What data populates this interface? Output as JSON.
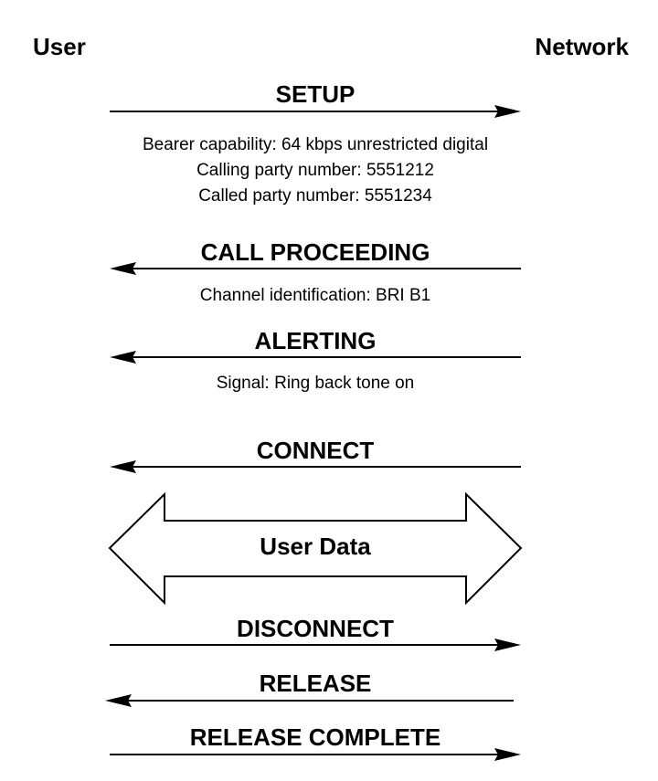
{
  "parties": {
    "left": "User",
    "right": "Network"
  },
  "messages": [
    {
      "name": "SETUP",
      "direction": "user-to-network",
      "details": [
        "Bearer capability: 64 kbps unrestricted digital",
        "Calling party number: 5551212",
        "Called party number: 5551234"
      ]
    },
    {
      "name": "CALL PROCEEDING",
      "direction": "network-to-user",
      "details": [
        "Channel identification: BRI B1"
      ]
    },
    {
      "name": "ALERTING",
      "direction": "network-to-user",
      "details": [
        "Signal: Ring back tone on"
      ]
    },
    {
      "name": "CONNECT",
      "direction": "network-to-user",
      "details": []
    },
    {
      "name": "DISCONNECT",
      "direction": "user-to-network",
      "details": []
    },
    {
      "name": "RELEASE",
      "direction": "network-to-user",
      "details": []
    },
    {
      "name": "RELEASE COMPLETE",
      "direction": "user-to-network",
      "details": []
    }
  ],
  "user_data": {
    "label": "User Data",
    "direction": "bidirectional"
  },
  "colors": {
    "line": "#000000",
    "background": "#ffffff"
  }
}
